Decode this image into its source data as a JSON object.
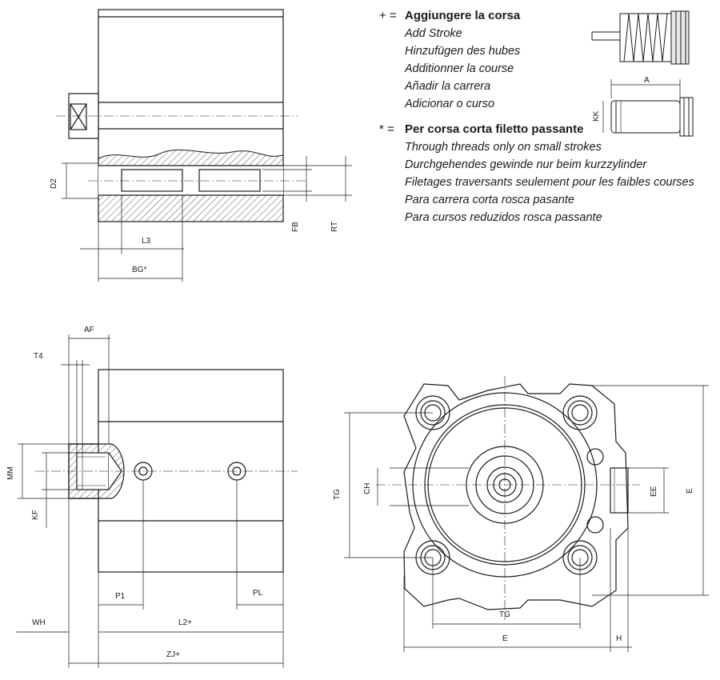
{
  "notes": {
    "stroke": {
      "symbol": "+ =",
      "title": "Aggiungere la corsa",
      "translations": [
        "Add Stroke",
        "Hinzufügen des hubes",
        "Additionner la course",
        "Añadir la carrera",
        "Adicionar o curso"
      ]
    },
    "short_stroke": {
      "symbol": "* =",
      "title": "Per corsa corta filetto passante",
      "translations": [
        "Through threads only on small strokes",
        "Durchgehendes gewinde nur beim kurzzylinder",
        "Filetages traversants seulement pour les faibles courses",
        "Para carrera corta rosca pasante",
        "Para cursos reduzidos rosca passante"
      ]
    }
  },
  "dimensions": {
    "D2": "D2",
    "L3": "L3",
    "BG": "BG*",
    "FB": "FB",
    "RT": "RT",
    "A": "A",
    "KK": "KK",
    "AF": "AF",
    "T4": "T4",
    "MM": "MM",
    "KF": "KF",
    "P1": "P1",
    "PL": "PL",
    "WH": "WH",
    "L2": "L2+",
    "ZJ": "ZJ+",
    "TG_v": "TG",
    "CH": "CH",
    "EE": "EE",
    "E_v": "E",
    "TG_h": "TG",
    "E_h": "E",
    "H": "H"
  }
}
